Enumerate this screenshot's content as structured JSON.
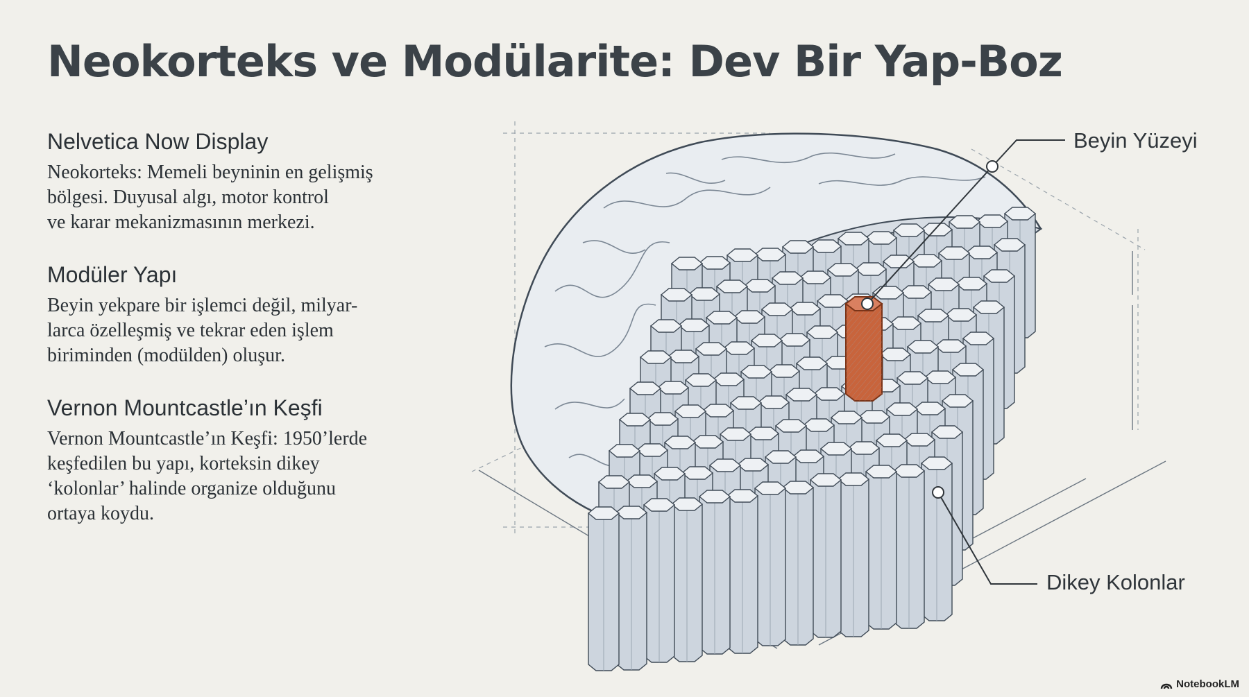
{
  "title": "Neokorteks ve Modülarite: Dev Bir Yap-Boz",
  "sections": [
    {
      "heading": "Nelvetica Now Display",
      "body": "Neokorteks: Memeli beyninin en gelişmiş\nbölgesi. Duyusal algı, motor kontrol\nve karar mekanizmasının merkezi."
    },
    {
      "heading": "Modüler Yapı",
      "body": "Beyin yekpare bir işlemci değil, milyar-\nlarca özelleşmiş ve tekrar eden işlem\nbiriminden (modülden) oluşur."
    },
    {
      "heading": "Vernon Mountcastle’ın Keşfi",
      "body": "Vernon Mountcastle’ın Keşfi: 1950’lerde\nkeşfedilen bu yapı, korteksin dikey\n‘kolonlar’ halinde organize olduğunu\nortaya koydu."
    }
  ],
  "diagram": {
    "label_surface": "Beyin Yüzeyi",
    "label_columns": "Dikey Kolonlar",
    "highlight_color": "#c8643c",
    "column_color": "#cdd5de",
    "line_color": "#3f4a56"
  },
  "brand": {
    "name": "NotebookLM",
    "icon": "notebooklm-logo-icon"
  }
}
